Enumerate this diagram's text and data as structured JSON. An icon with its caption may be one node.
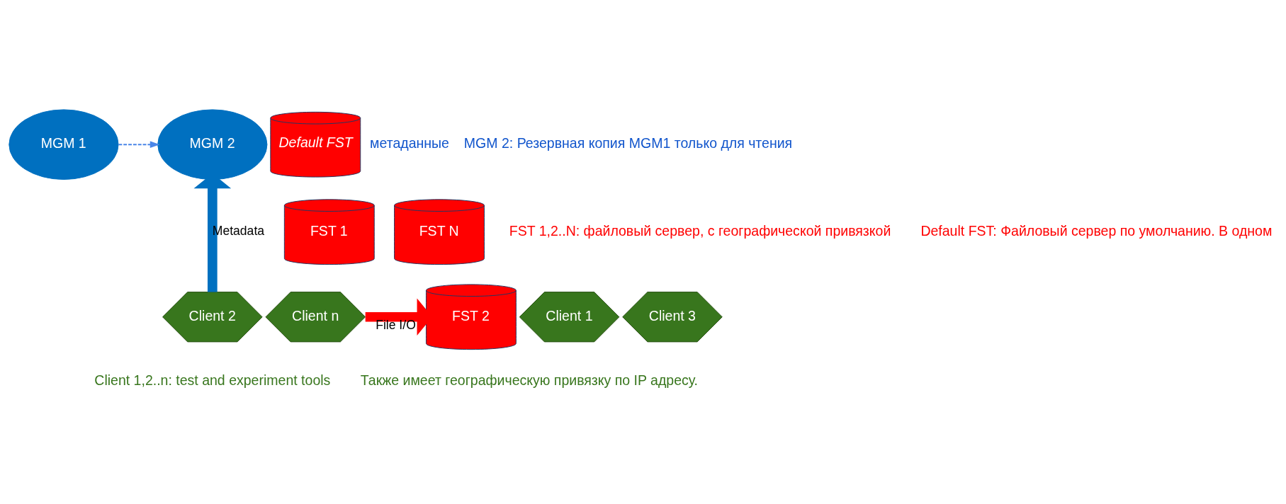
{
  "diagram": {
    "nodes": [
      {
        "text": [
          "MGM 1"
        ]
      },
      {
        "text": [
          "MGM 2"
        ]
      },
      {
        "text": [
          "Default FST"
        ]
      },
      {
        "text": [
          "FST 1"
        ]
      },
      {
        "text": [
          "FST 2"
        ]
      },
      {
        "text": [
          "FST N"
        ]
      },
      {
        "text": [
          "Client 1"
        ]
      },
      {
        "text": [
          "Client 2"
        ]
      },
      {
        "text": [
          "Client 3"
        ]
      },
      {
        "text": [
          "Client n"
        ]
      }
    ],
    "edges": [
      {
        "from": 0,
        "to": 1,
        "arrow": "to",
        "style": "dashed",
        "color": "#4a86e8"
      },
      {
        "from": 7,
        "to": 1,
        "arrow": "to",
        "label": "Metadata",
        "color": "#0070c0"
      },
      {
        "from": 9,
        "to": 4,
        "arrow": "to",
        "label": "File I/O",
        "color": "#ff0000"
      }
    ],
    "labels": [
      "метаданные",
      "MGM 2: Резервная копия MGM1 только для чтения",
      "FST 1,2..N: файловый сервер, с географической привязкой",
      "Default FST: Файловый сервер по умолчанию. В одном",
      "Client 1,2..n: test and experiment tools",
      "Также имеет географическую привязку по IP адресу."
    ]
  }
}
